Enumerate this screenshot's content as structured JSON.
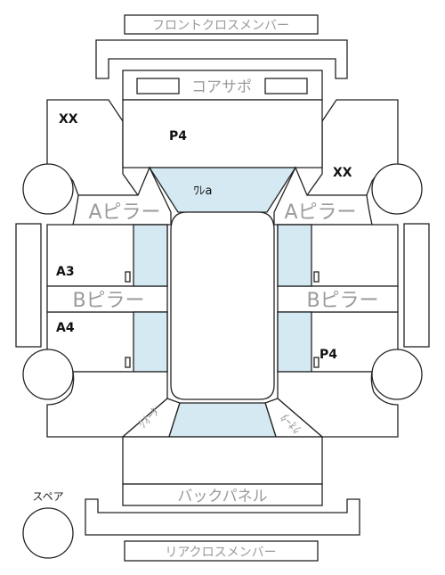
{
  "colors": {
    "line": "#222222",
    "glass": "#d4e9f1",
    "label_gray": "#9a9a9a",
    "code_text": "#111111"
  },
  "labels": {
    "front_cross_member": "フロントクロスメンバー",
    "core_support": "コアサポ",
    "a_pillar_left": "Aピラー",
    "a_pillar_right": "Aピラー",
    "b_pillar_left": "Bピラー",
    "b_pillar_right": "Bピラー",
    "back_panel": "バックパネル",
    "rear_cross_member": "リアクロスメンバー",
    "spare": "スペア",
    "windshield": "ﾜﾚa",
    "quarter_left": "ｸｵｰﾀ",
    "quarter_right": "ｸｵｰﾀ"
  },
  "damage_codes": {
    "front_left_fender": "XX",
    "hood": "P4",
    "front_right_fender": "XX",
    "front_left_door": "A3",
    "rear_left_door": "A4",
    "rear_right_door": "P4"
  }
}
